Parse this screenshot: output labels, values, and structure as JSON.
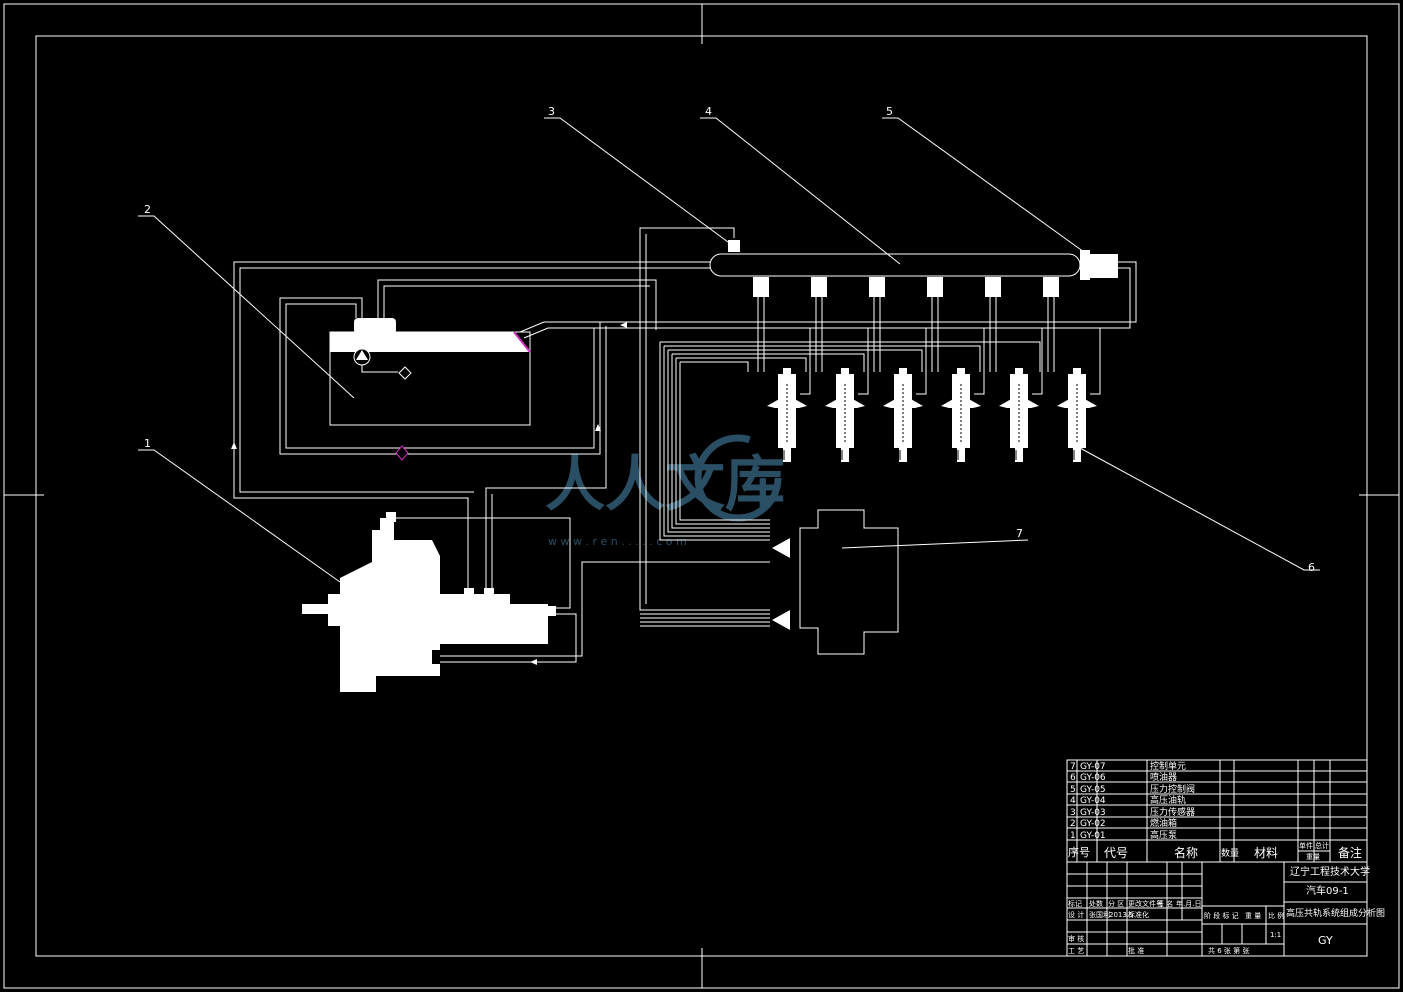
{
  "drawing": {
    "callouts": [
      "1",
      "2",
      "3",
      "4",
      "5",
      "6",
      "7"
    ]
  },
  "watermark": {
    "text": "人人文库",
    "url": "w w w . r e n . . . . . c o m"
  },
  "title_block": {
    "parts": [
      {
        "no": "7",
        "code": "GY-07",
        "name": "控制单元"
      },
      {
        "no": "6",
        "code": "GY-06",
        "name": "喷油器"
      },
      {
        "no": "5",
        "code": "GY-05",
        "name": "压力控制阀"
      },
      {
        "no": "4",
        "code": "GY-04",
        "name": "高压油轨"
      },
      {
        "no": "3",
        "code": "GY-03",
        "name": "压力传感器"
      },
      {
        "no": "2",
        "code": "GY-02",
        "name": "燃油箱"
      },
      {
        "no": "1",
        "code": "GY-01",
        "name": "高压泵"
      }
    ],
    "header": {
      "no": "序号",
      "code": "代号",
      "name": "名称",
      "qty": "数量",
      "material": "材料",
      "unit_weight": "单件",
      "total_weight": "总计",
      "weight": "重量",
      "remark": "备注"
    },
    "school": "辽宁工程技术大学",
    "class": "汽车09-1",
    "drawing_title": "高压共轨系统组成分析图",
    "code": "GY",
    "scale": "1:1",
    "row_labels": {
      "mark": "标记",
      "count": "处数",
      "zone": "分 区",
      "change_doc": "更改文件号",
      "signature": "签 名",
      "date_ymd": "年.月.日",
      "design": "设 计",
      "designer": "张国利",
      "design_date": "2013.5",
      "standard": "标准化",
      "stage_mark": "阶 段 标 记",
      "weight": "重 量",
      "scale_label": "比 例",
      "review": "审 核",
      "process": "工 艺",
      "approve": "批 准",
      "sheets": "共 6 张  第    张"
    }
  }
}
